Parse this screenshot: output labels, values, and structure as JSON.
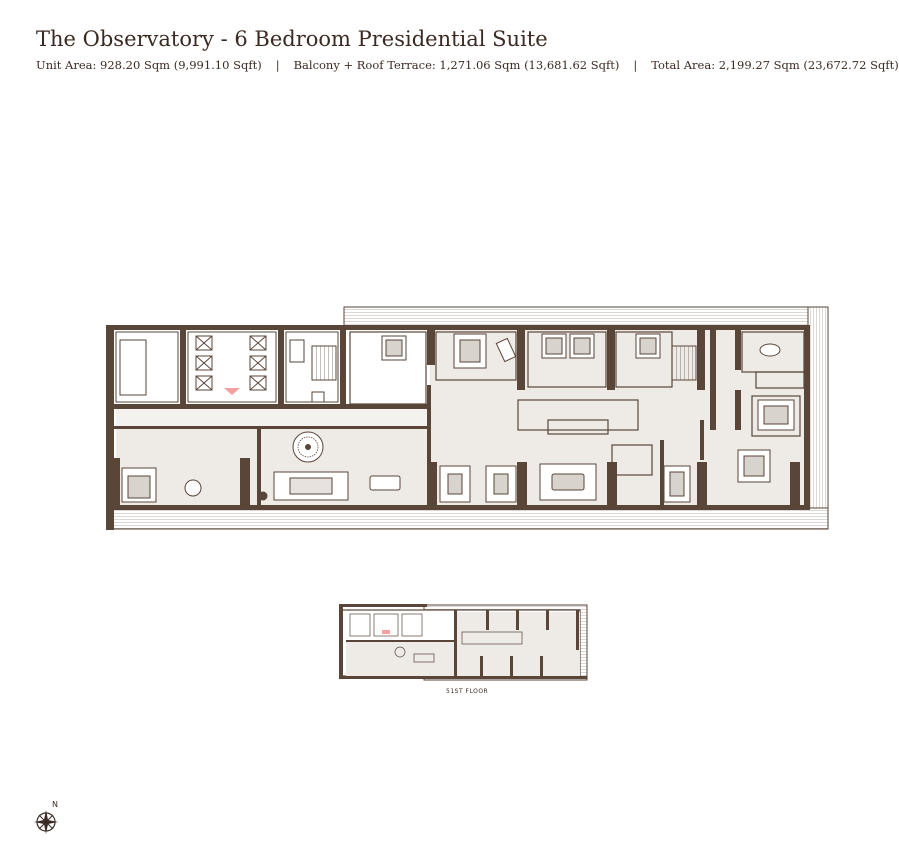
{
  "header": {
    "title": "The Observatory - 6 Bedroom Presidential Suite",
    "unit_area": "Unit Area: 928.20 Sqm (9,991.10 Sqft)",
    "balcony_area": "Balcony + Roof Terrace: 1,271.06 Sqm (13,681.62 Sqft)",
    "total_area": "Total Area: 2,199.27 Sqm (23,672.72 Sqft)",
    "separator": "|"
  },
  "keyplan": {
    "floor_label": "51ST FLOOR"
  },
  "compass": {
    "north_label": "N"
  },
  "colors": {
    "wall": "#5a4539",
    "floor_fill": "#eeebe7",
    "balcony_fill": "#ffffff",
    "highlight": "#f2a0a0",
    "text": "#3b2a23"
  }
}
